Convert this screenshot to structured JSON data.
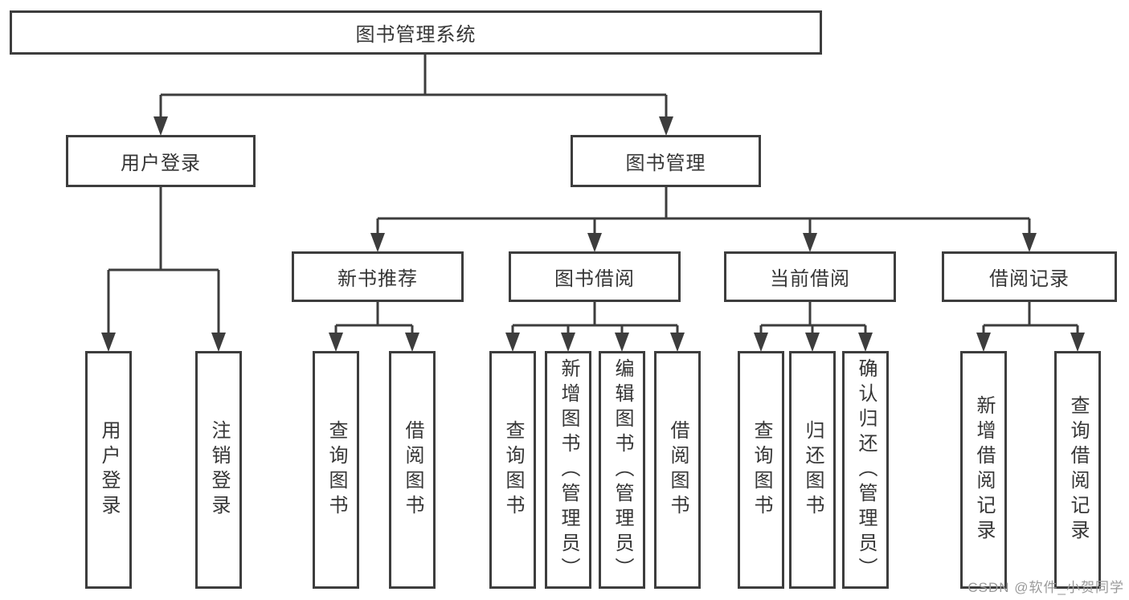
{
  "root": {
    "label": "图书管理系统"
  },
  "level2": {
    "user_login": {
      "label": "用户登录"
    },
    "book_management": {
      "label": "图书管理"
    }
  },
  "level3": {
    "new_book_recommend": {
      "label": "新书推荐"
    },
    "book_borrow": {
      "label": "图书借阅"
    },
    "current_borrow": {
      "label": "当前借阅"
    },
    "borrow_records": {
      "label": "借阅记录"
    }
  },
  "leaves": {
    "user_login": "用户登录",
    "logout": "注销登录",
    "recommend_query_books": "查询图书",
    "recommend_borrow_books": "借阅图书",
    "borrow_query_books": "查询图书",
    "add_books_admin": "新增图书（管理员）",
    "edit_books_admin": "编辑图书（管理员）",
    "borrow_books": "借阅图书",
    "current_query_books": "查询图书",
    "return_books": "归还图书",
    "confirm_return_admin": "确认归还（管理员）",
    "add_borrow_record": "新增借阅记录",
    "query_borrow_record": "查询借阅记录"
  },
  "watermark": "CSDN @软件_小贺同学",
  "colors": {
    "line": "#3d3d3d",
    "box_border": "#3d3d3d",
    "text": "#363636",
    "watermark": "#9a9a9a",
    "background": "#ffffff"
  }
}
